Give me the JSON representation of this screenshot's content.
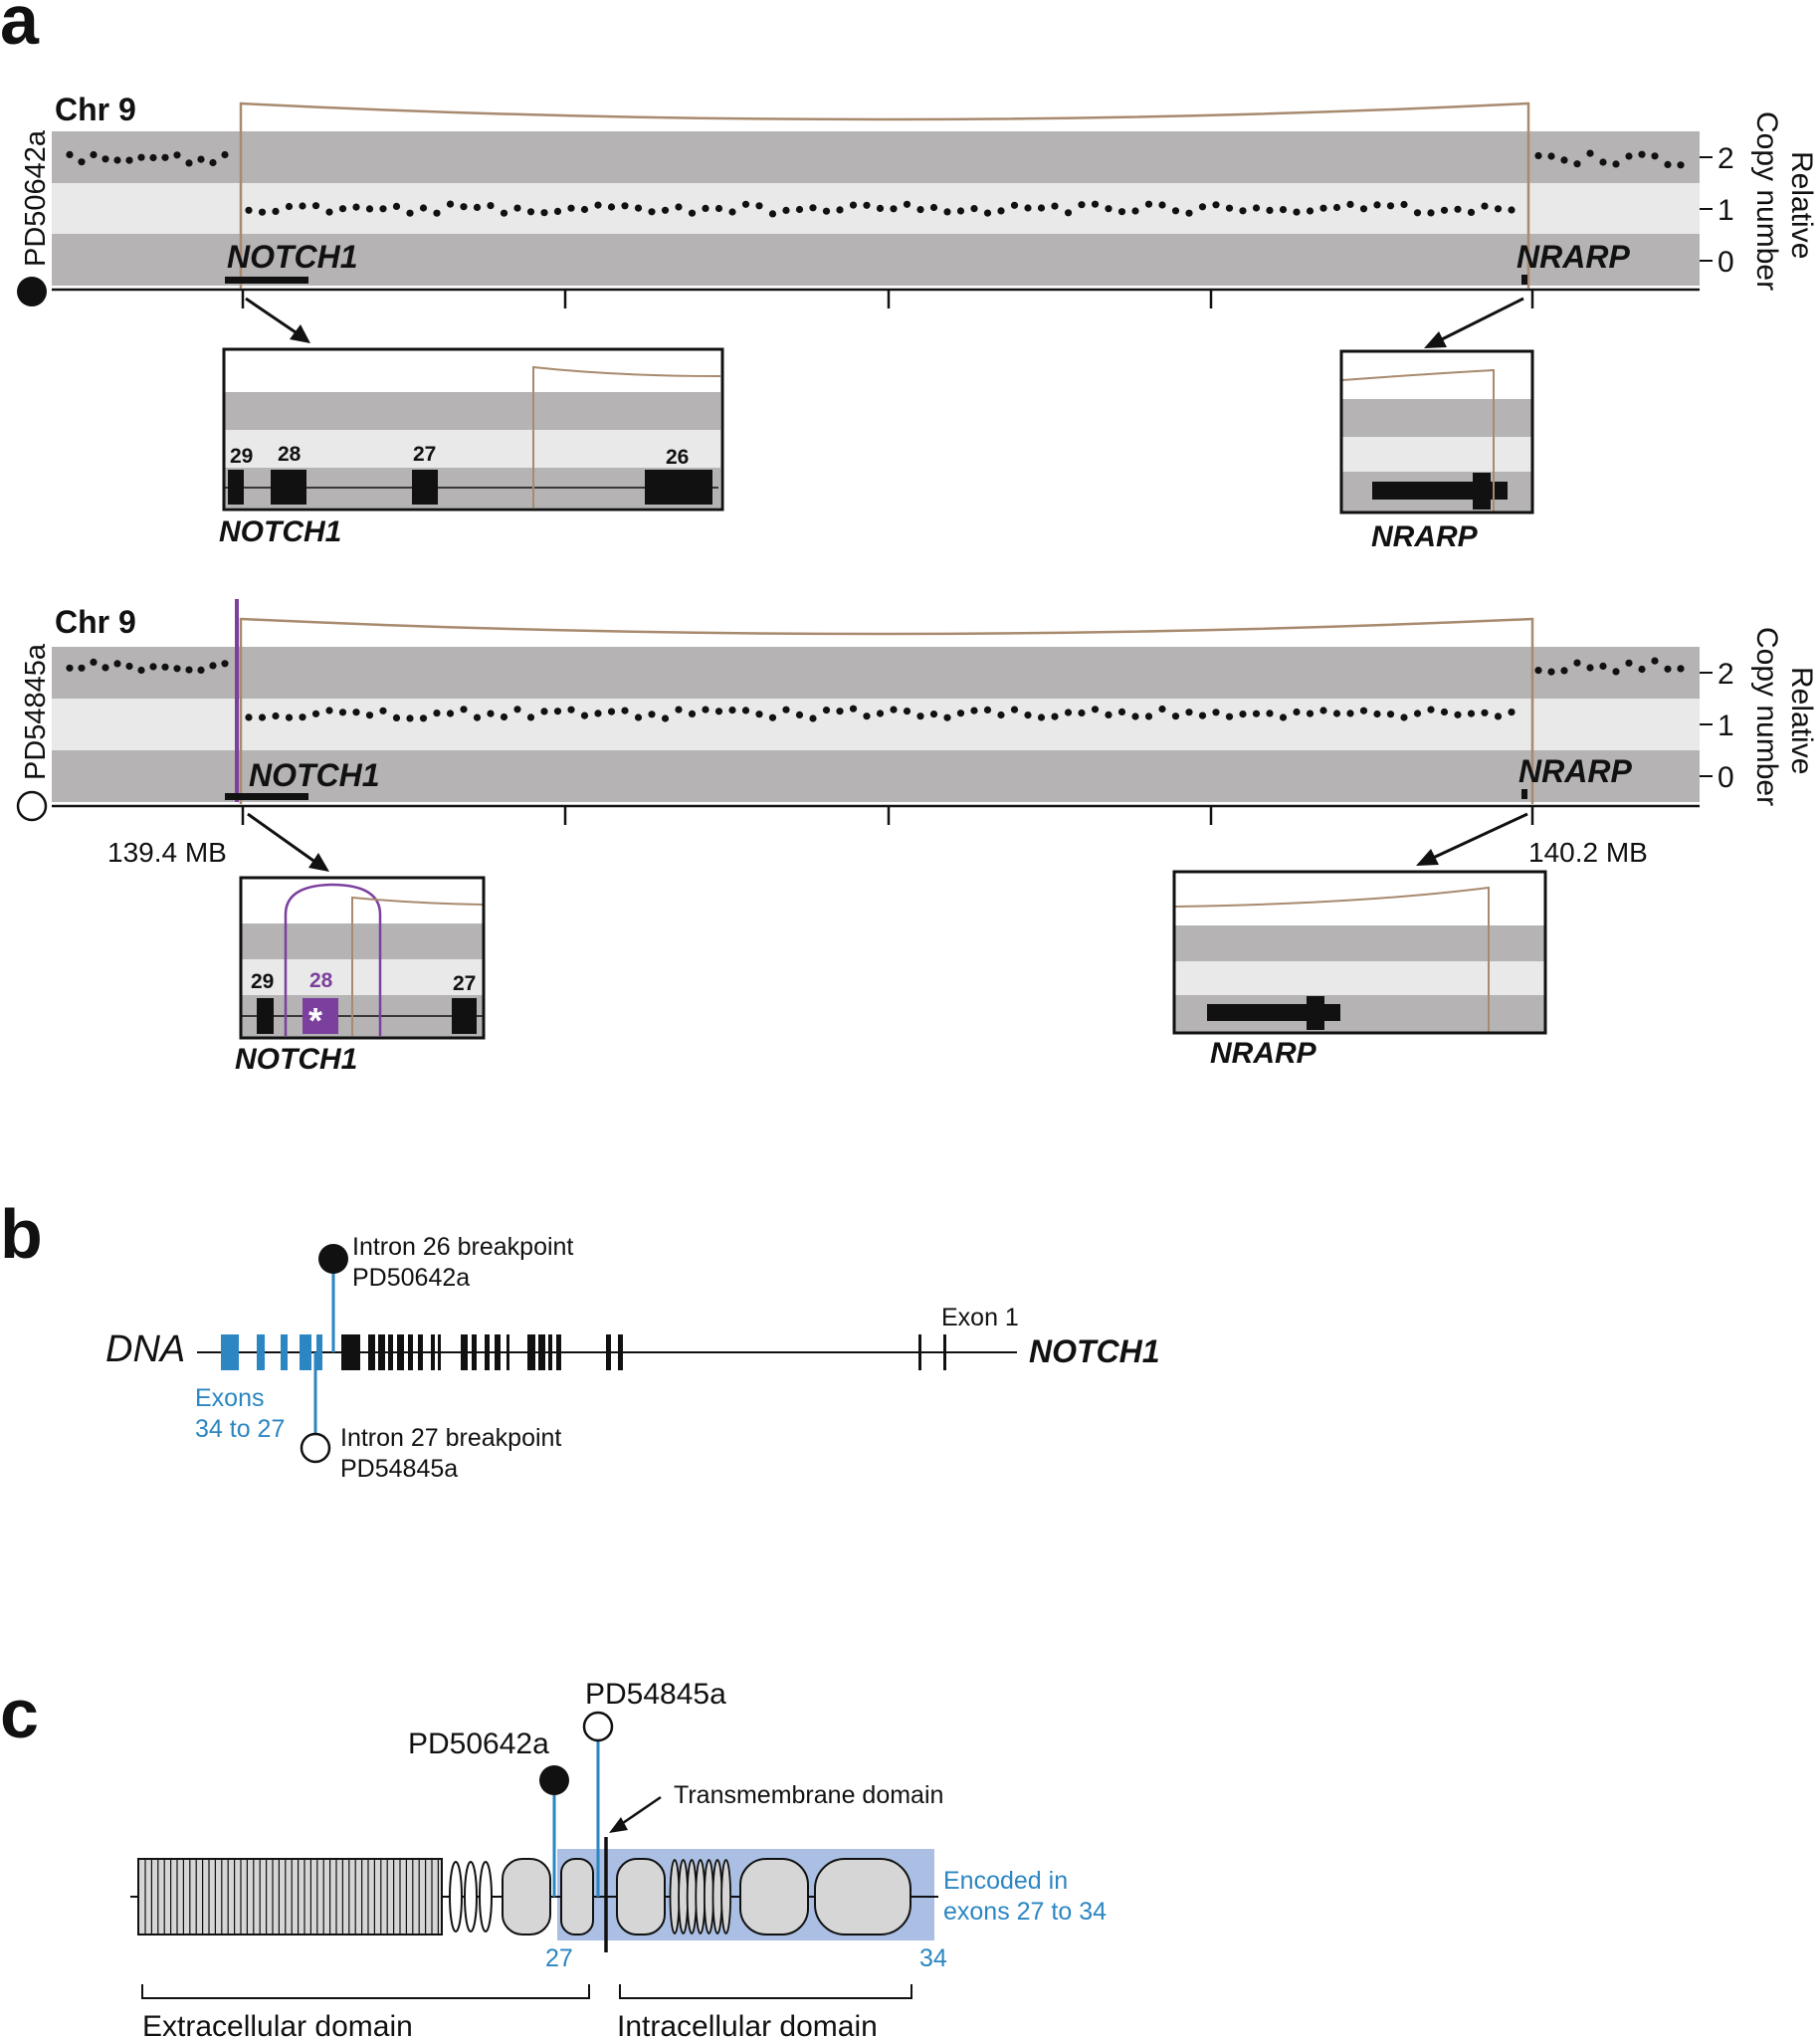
{
  "panel_a": {
    "letter": "a",
    "tracks": [
      {
        "chromosome": "Chr 9",
        "sample": "PD50642a",
        "sample_marker": "filled-circle",
        "gene_left": "NOTCH1",
        "gene_right": "NRARP",
        "copy_number_ticks": [
          "2",
          "1",
          "0"
        ],
        "y_axis_label_line1": "Relative",
        "y_axis_label_line2": "Copy number",
        "inset_left": {
          "gene": "NOTCH1",
          "exons": [
            "29",
            "28",
            "27",
            "26"
          ]
        },
        "inset_right": {
          "gene": "NRARP"
        }
      },
      {
        "chromosome": "Chr 9",
        "sample": "PD54845a",
        "sample_marker": "open-circle",
        "gene_left": "NOTCH1",
        "gene_right": "NRARP",
        "copy_number_ticks": [
          "2",
          "1",
          "0"
        ],
        "y_axis_label_line1": "Relative",
        "y_axis_label_line2": "Copy number",
        "x_start_label": "139.4 MB",
        "x_end_label": "140.2 MB",
        "inset_left": {
          "gene": "NOTCH1",
          "exons": [
            "29",
            "28",
            "27"
          ],
          "highlight_exon": "28",
          "highlight_mark": "*"
        },
        "inset_right": {
          "gene": "NRARP"
        }
      }
    ],
    "colors": {
      "band_dark": "#b5b3b4",
      "band_light": "#e9e9e9",
      "arc": "#a88a6e",
      "purple": "#7b3f9e"
    }
  },
  "panel_b": {
    "letter": "b",
    "dna_label": "DNA",
    "gene": "NOTCH1",
    "exon1_label": "Exon 1",
    "blue_exons_label_line1": "Exons",
    "blue_exons_label_line2": "34 to 27",
    "breakpoint_1_line1": "Intron 26 breakpoint",
    "breakpoint_1_line2": "PD50642a",
    "breakpoint_2_line1": "Intron 27 breakpoint",
    "breakpoint_2_line2": "PD54845a",
    "colors": {
      "blue": "#2b86c2"
    }
  },
  "panel_c": {
    "letter": "c",
    "sample_1": "PD50642a",
    "sample_2": "PD54845a",
    "transmembrane_label": "Transmembrane domain",
    "encoded_line1": "Encoded in",
    "encoded_line2": "exons 27 to 34",
    "exon_start": "27",
    "exon_end": "34",
    "extracellular_label": "Extracellular domain",
    "intracellular_label": "Intracellular domain",
    "colors": {
      "highlight": "#aabfe3",
      "blue": "#2b86c2",
      "domain_fill": "#d6d6d6"
    }
  }
}
